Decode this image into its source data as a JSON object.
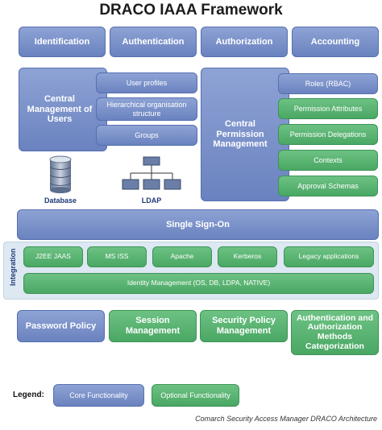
{
  "title": "DRACO IAAA Framework",
  "top_row": [
    "Identification",
    "Authentication",
    "Authorization",
    "Accounting"
  ],
  "central_users": {
    "title": "Central Management of Users",
    "items": [
      "User profiles",
      "Hierarchical organisation structure",
      "Groups"
    ]
  },
  "icons": {
    "database_label": "Database",
    "ldap_label": "LDAP",
    "database_icon": "database-cylinder-icon",
    "ldap_icon": "hierarchy-tree-icon"
  },
  "central_permission": {
    "title": "Central Permission Management",
    "items": [
      "Roles (RBAC)",
      "Permission Attributes",
      "Permission Delegations",
      "Contexts",
      "Approval Schemas"
    ]
  },
  "sso": "Single Sign-On",
  "integration": {
    "label": "Integration",
    "items": [
      "J2EE JAAS",
      "MS ISS",
      "Apache",
      "Kerberos",
      "Legacy applications"
    ],
    "identity_management": "Identity Management (OS, DB, LDPA, NATIVE)"
  },
  "bottom_row": [
    "Password Policy",
    "Session Management",
    "Security Policy Management",
    "Authentication and Authorization Methods Categorization"
  ],
  "legend": {
    "label": "Legend:",
    "core": "Core Functionality",
    "optional": "Optional Functionality"
  },
  "caption": "Comarch Security Access Manager DRACO Architecture",
  "colors": {
    "core": "#7b91c9",
    "optional": "#59b472",
    "integration_bg": "#dde8f2"
  }
}
